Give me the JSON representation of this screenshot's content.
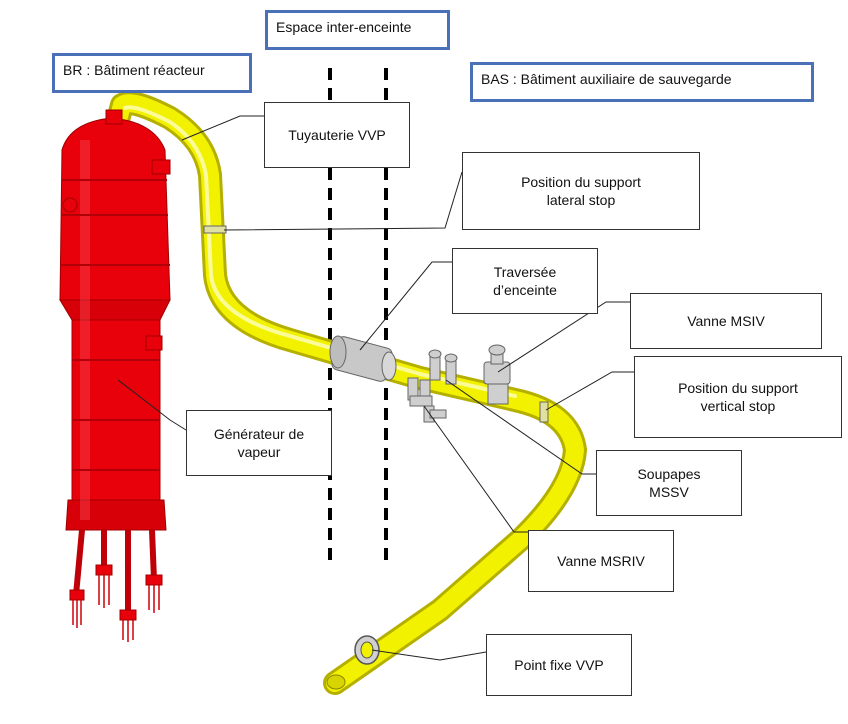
{
  "zones": {
    "br": "BR : Bâtiment réacteur",
    "inter": "Espace inter-enceinte",
    "bas": "BAS : Bâtiment auxiliaire de sauvegarde"
  },
  "labels": {
    "tuyauterie": "Tuyauterie VVP",
    "lateral_stop": "Position du support\nlateral stop",
    "traversee": "Traversée\nd’enceinte",
    "msiv": "Vanne MSIV",
    "vertical_stop": "Position du support\nvertical stop",
    "generateur": "Générateur de\nvapeur",
    "mssv": "Soupapes\nMSSV",
    "msriv": "Vanne MSRIV",
    "point_fixe": "Point fixe VVP"
  },
  "colors": {
    "steam_generator": "#e8000b",
    "piping": "#f2f200",
    "valves": "#c8c8c8",
    "zone_border": "#4a70b8",
    "wall_line": "#000000"
  }
}
